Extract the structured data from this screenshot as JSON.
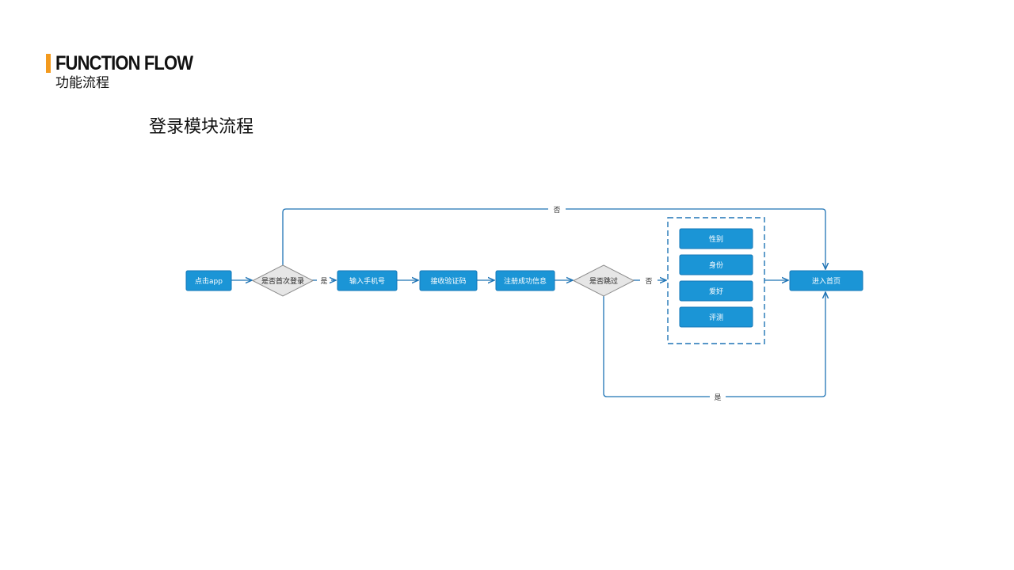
{
  "header": {
    "title": "FUNCTION FLOW",
    "subtitle": "功能流程"
  },
  "heading": "登录模块流程",
  "colors": {
    "accent": "#f39a1e",
    "node_fill": "#1b95d6",
    "node_stroke": "#1478b8",
    "line": "#1f74b5",
    "decision_fill": "#e6e6e6",
    "decision_stroke": "#8c8c8c"
  },
  "nodes": {
    "open_app": "点击app",
    "enter_phone": "输入手机号",
    "receive_code": "接收验证码",
    "register_success": "注册成功信息",
    "enter_home": "进入首页"
  },
  "decisions": {
    "first_login": "是否首次登录",
    "skip": "是否跳过"
  },
  "profile_items": [
    "性别",
    "身份",
    "爱好",
    "评测"
  ],
  "edge_labels": {
    "top_no": "否",
    "first_yes": "是",
    "skip_no": "否",
    "bottom_yes": "是"
  }
}
